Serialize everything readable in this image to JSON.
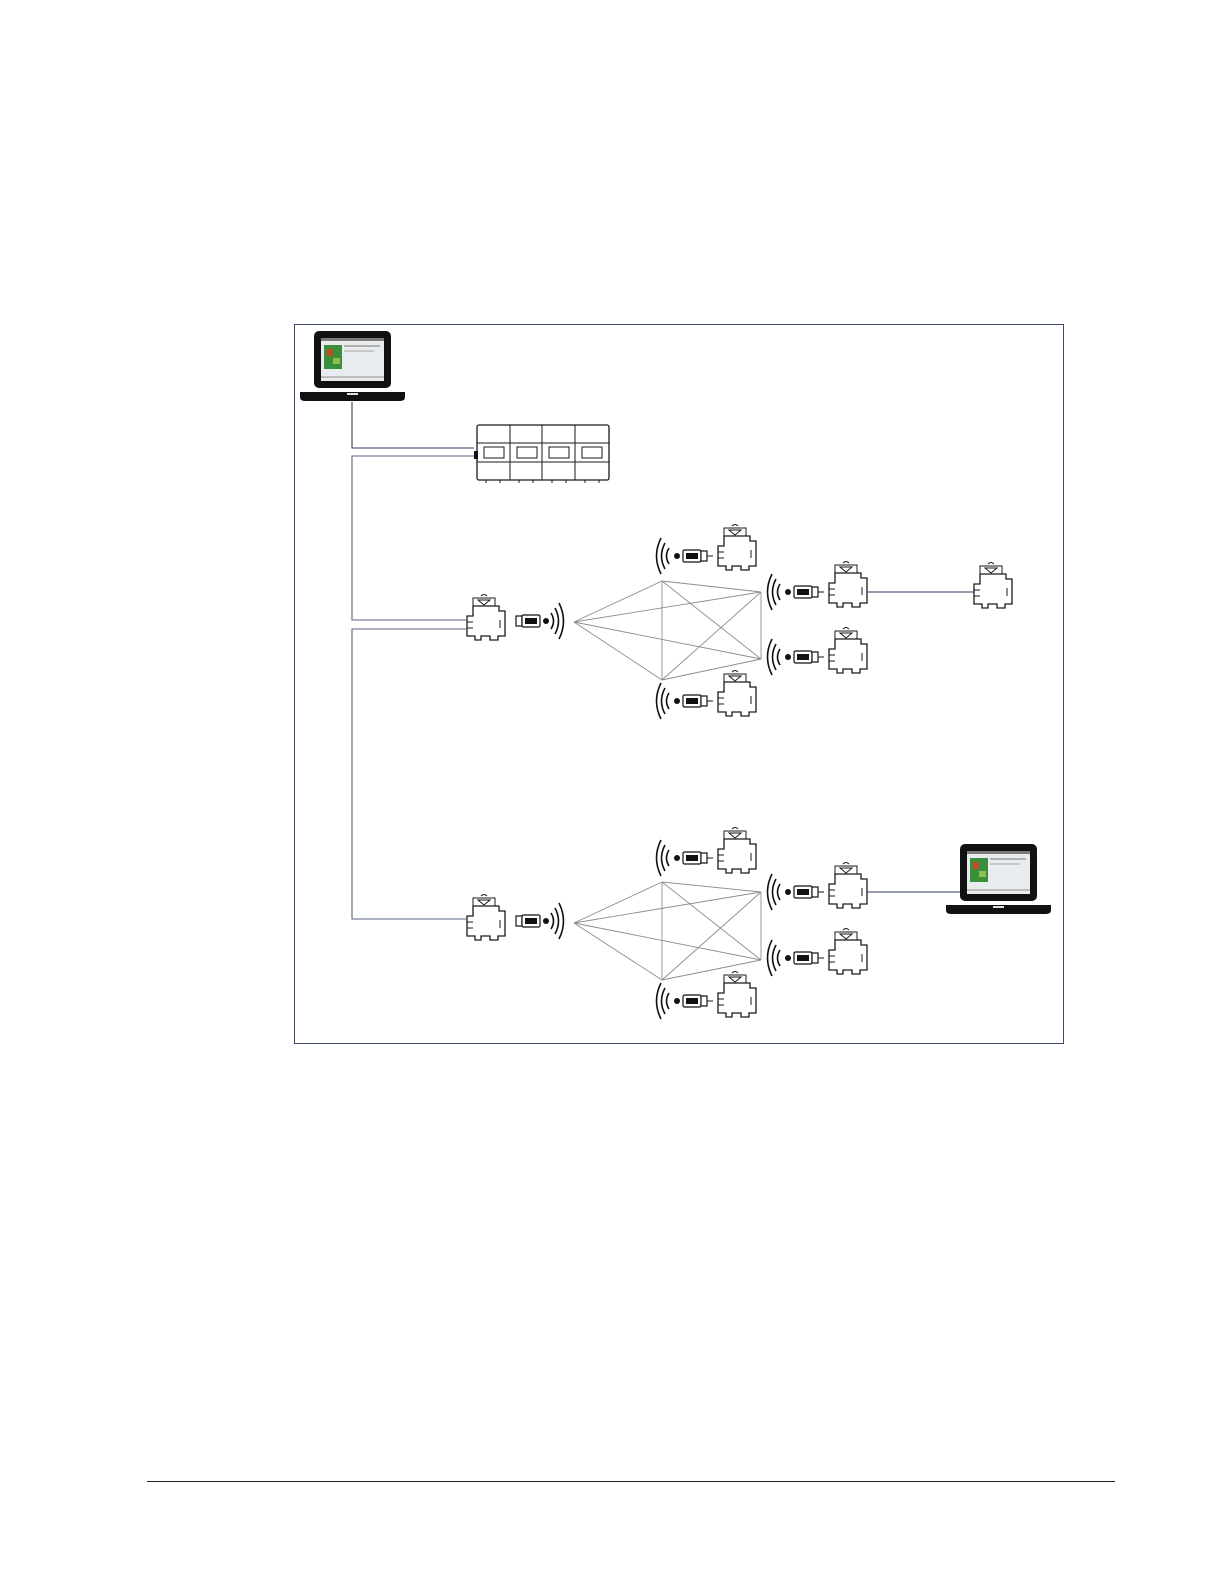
{
  "diagram": {
    "colors": {
      "frame": "#3d4c6e",
      "wire": "#2f3d66",
      "mesh": "#8e8e8e",
      "device": "#1a1a1a",
      "screen_accent": "#3a8f3a"
    },
    "nodes": [
      {
        "id": "laptop-engineering",
        "icon": "laptop-icon"
      },
      {
        "id": "plant-controller",
        "icon": "controller-rack-icon"
      },
      {
        "id": "gateway-1",
        "icon": "wireless-gateway-icon"
      },
      {
        "id": "gateway-2",
        "icon": "wireless-gateway-icon"
      },
      {
        "id": "mesh-1-nodes",
        "icon": "wireless-router-icon",
        "count": 4
      },
      {
        "id": "wired-repeater",
        "icon": "router-icon"
      },
      {
        "id": "mesh-2-nodes",
        "icon": "wireless-router-icon",
        "count": 4
      },
      {
        "id": "laptop-field",
        "icon": "laptop-icon"
      }
    ]
  }
}
